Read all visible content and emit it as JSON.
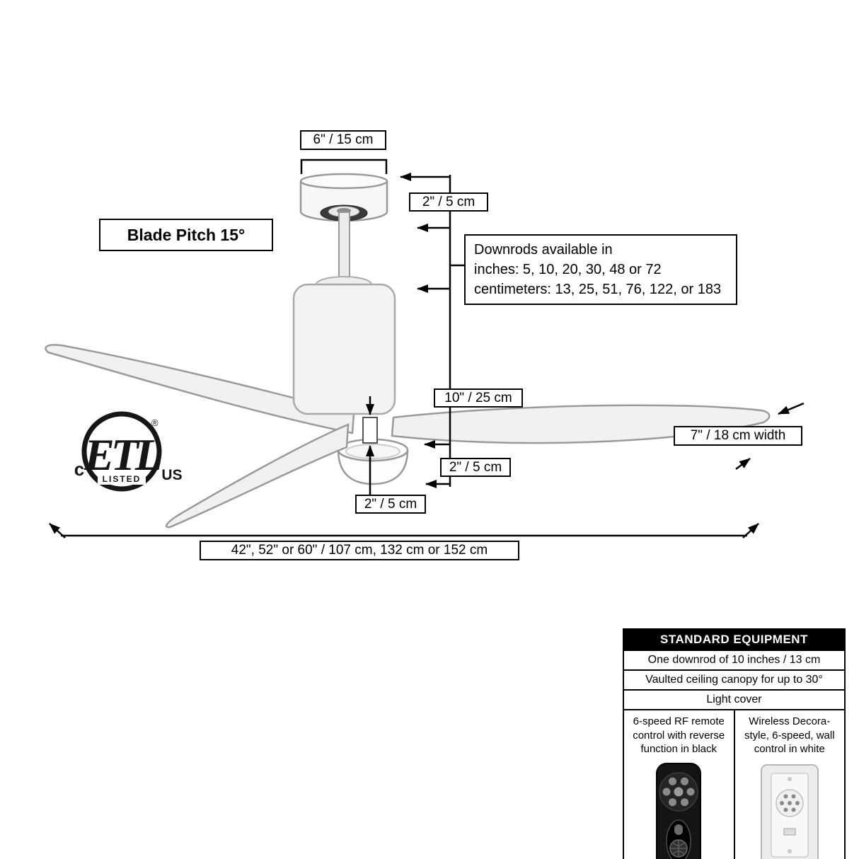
{
  "diagram": {
    "canopy_width": "6\" / 15 cm",
    "canopy_height": "2\" / 5 cm",
    "blade_pitch": "Blade Pitch 15°",
    "downrods": {
      "line1": "Downrods available in",
      "line2": "inches: 5, 10, 20, 30, 48 or 72",
      "line3": "centimeters: 13, 25, 51, 76, 122, or 183"
    },
    "motor_height": "10\" / 25 cm",
    "blade_width": "7\" / 18 cm width",
    "light_height": "2\" / 5 cm",
    "blade_thickness": "2\" / 5 cm",
    "span": "42\", 52\" or 60\" / 107 cm, 132 cm or 152 cm",
    "etl": {
      "c": "c",
      "brand": "ETL",
      "us": "US",
      "listed": "LISTED",
      "registered": "®"
    }
  },
  "equipment": {
    "header": "STANDARD EQUIPMENT",
    "row1": "One downrod of 10 inches / 13 cm",
    "row2": "Vaulted ceiling canopy for up to 30°",
    "row3": "Light cover",
    "col1": "6-speed RF remote control with reverse function in black",
    "col2": "Wireless Decora-style, 6-speed, wall control in white"
  }
}
